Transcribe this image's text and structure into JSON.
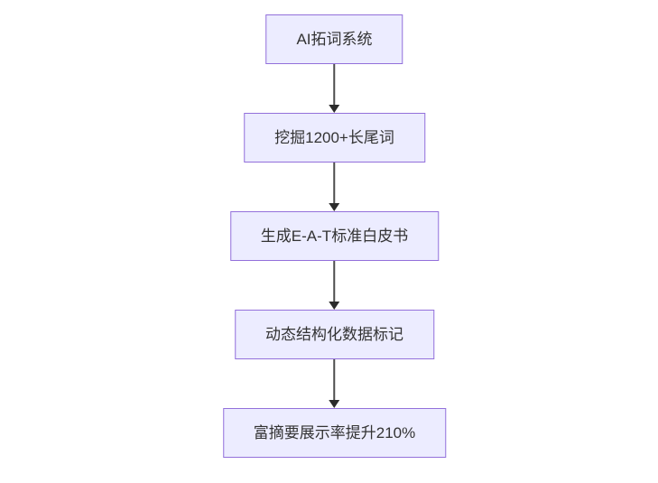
{
  "diagram": {
    "type": "flowchart",
    "direction": "top-down",
    "nodes": [
      {
        "id": "A",
        "label": "AI拓词系统"
      },
      {
        "id": "B",
        "label": "挖掘1200+长尾词"
      },
      {
        "id": "C",
        "label": "生成E-A-T标准白皮书"
      },
      {
        "id": "D",
        "label": "动态结构化数据标记"
      },
      {
        "id": "E",
        "label": "富摘要展示率提升210%"
      }
    ],
    "edges": [
      {
        "from": "A",
        "to": "B",
        "arrow": "down"
      },
      {
        "from": "B",
        "to": "C",
        "arrow": "down"
      },
      {
        "from": "C",
        "to": "D",
        "arrow": "down"
      },
      {
        "from": "D",
        "to": "E",
        "arrow": "down"
      }
    ],
    "colors": {
      "node_fill": "#ECECFF",
      "node_border": "#9370DB",
      "text": "#333333",
      "arrow_line": "#4d4d4d",
      "arrow_head": "#2b2b2b",
      "background": "#ffffff"
    }
  }
}
